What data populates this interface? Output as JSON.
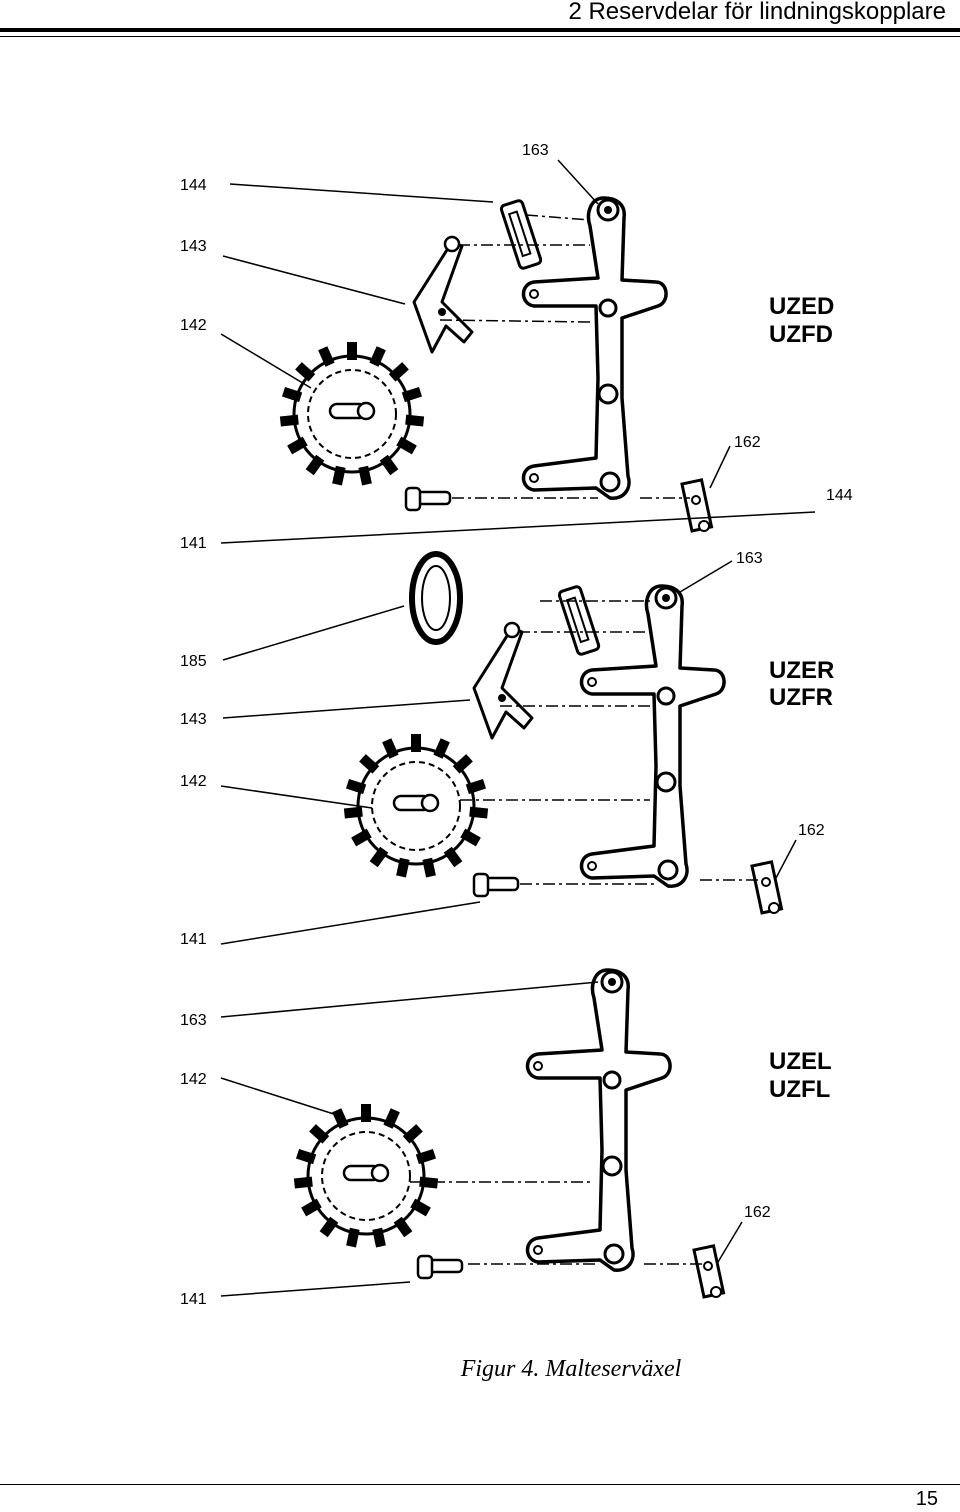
{
  "header": {
    "title": "2  Reservdelar för lindningskopplare"
  },
  "figure": {
    "caption": "Figur 4. Malteserväxel",
    "groups": [
      {
        "variant_line1": "UZED",
        "variant_line2": "UZFD",
        "labels": {
          "a": "163",
          "b": "144",
          "c": "143",
          "d": "142",
          "e": "162",
          "f": "144",
          "g": "141",
          "h": "163"
        }
      },
      {
        "variant_line1": "UZER",
        "variant_line2": "UZFR",
        "labels": {
          "a": "185",
          "b": "143",
          "c": "142",
          "d": "162",
          "e": "141"
        }
      },
      {
        "variant_line1": "UZEL",
        "variant_line2": "UZFL",
        "labels": {
          "a": "163",
          "b": "142",
          "c": "162",
          "d": "141"
        }
      }
    ]
  },
  "footer": {
    "page_number": "15"
  }
}
